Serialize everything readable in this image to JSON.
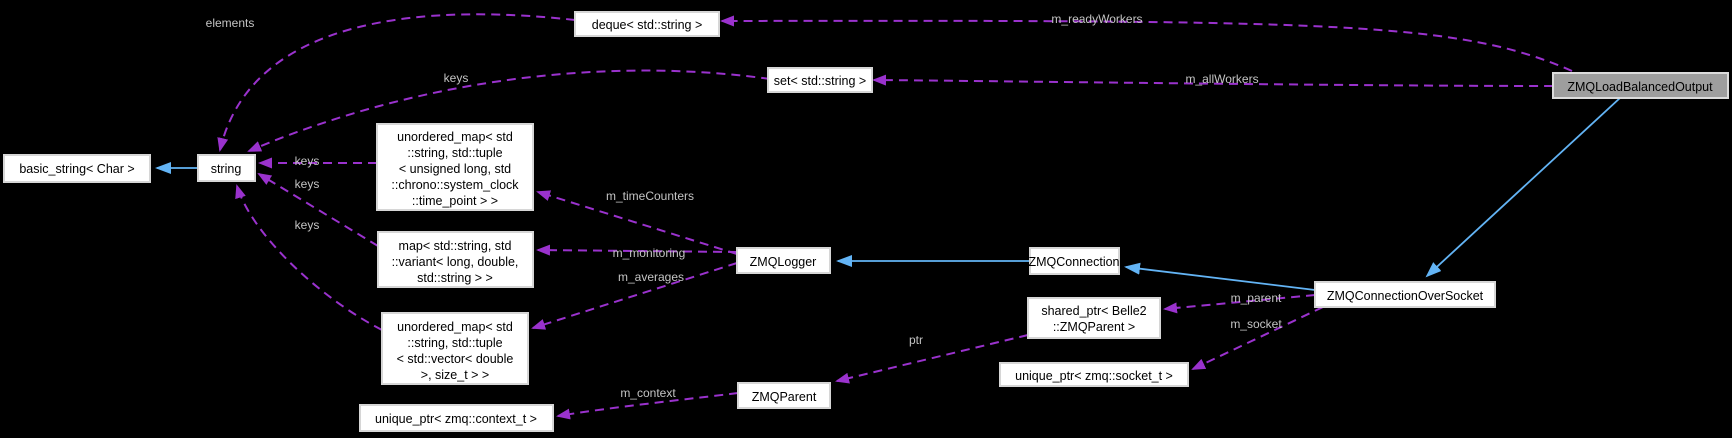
{
  "diagram": {
    "title": "ZMQLoadBalancedOutput collaboration graph",
    "colors": {
      "background": "#000000",
      "usage_edge": "#9a32cd",
      "inheritance_edge": "#63b4f5",
      "node_fill": "#ffffff",
      "node_border": "#d6d6d6",
      "highlight_node_fill": "#9e9e9e",
      "edge_label_text": "#c4c4c4",
      "node_text": "#000000"
    },
    "nodes": [
      {
        "id": "basic_string",
        "lines": [
          "basic_string< Char >"
        ]
      },
      {
        "id": "string",
        "lines": [
          "string"
        ]
      },
      {
        "id": "deque",
        "lines": [
          "deque< std::string >"
        ]
      },
      {
        "id": "set",
        "lines": [
          "set< std::string >"
        ]
      },
      {
        "id": "zmq_load_balanced_output",
        "lines": [
          "ZMQLoadBalancedOutput"
        ],
        "highlighted": true
      },
      {
        "id": "unordered_map_time",
        "lines": [
          "unordered_map< std",
          "::string, std::tuple",
          "< unsigned long, std",
          "::chrono::system_clock",
          "::time_point > >"
        ]
      },
      {
        "id": "map_variant",
        "lines": [
          "map< std::string, std",
          "::variant< long, double,",
          "std::string > >"
        ]
      },
      {
        "id": "unordered_map_vector",
        "lines": [
          "unordered_map< std",
          "::string, std::tuple",
          "< std::vector< double",
          ">, size_t > >"
        ]
      },
      {
        "id": "zmq_logger",
        "lines": [
          "ZMQLogger"
        ]
      },
      {
        "id": "zmq_connection",
        "lines": [
          "ZMQConnection"
        ]
      },
      {
        "id": "zmq_connection_over_socket",
        "lines": [
          "ZMQConnectionOverSocket"
        ]
      },
      {
        "id": "shared_ptr_zmq_parent",
        "lines": [
          "shared_ptr< Belle2",
          "::ZMQParent >"
        ]
      },
      {
        "id": "unique_ptr_socket",
        "lines": [
          "unique_ptr< zmq::socket_t >"
        ]
      },
      {
        "id": "zmq_parent",
        "lines": [
          "ZMQParent"
        ]
      },
      {
        "id": "unique_ptr_context",
        "lines": [
          "unique_ptr< zmq::context_t >"
        ]
      }
    ],
    "edge_labels": [
      {
        "id": "elements",
        "text": "elements"
      },
      {
        "id": "keys_from_set",
        "text": "keys"
      },
      {
        "id": "m_readyWorkers",
        "text": "m_readyWorkers"
      },
      {
        "id": "m_allWorkers",
        "text": "m_allWorkers"
      },
      {
        "id": "keys_from_unordered_map_time",
        "text": "keys"
      },
      {
        "id": "keys_from_map_variant",
        "text": "keys"
      },
      {
        "id": "keys_from_unordered_map_vector",
        "text": "keys"
      },
      {
        "id": "m_timeCounters",
        "text": "m_timeCounters"
      },
      {
        "id": "m_monitoring",
        "text": "m_monitoring"
      },
      {
        "id": "m_averages",
        "text": "m_averages"
      },
      {
        "id": "m_parent",
        "text": "m_parent"
      },
      {
        "id": "m_socket",
        "text": "m_socket"
      },
      {
        "id": "ptr",
        "text": "ptr"
      },
      {
        "id": "m_context",
        "text": "m_context"
      }
    ]
  }
}
